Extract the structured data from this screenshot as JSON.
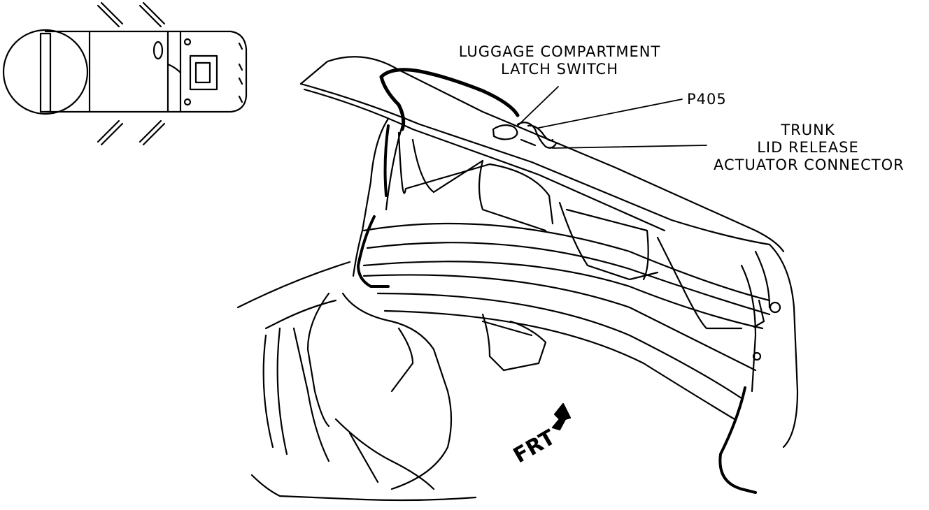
{
  "labels": {
    "luggage_switch_line1": "LUGGAGE COMPARTMENT",
    "luggage_switch_line2": "LATCH SWITCH",
    "p405": "P405",
    "trunk_line1": "TRUNK",
    "trunk_line2": "LID RELEASE",
    "trunk_line3": "ACTUATOR CONNECTOR",
    "frt": "FRT"
  },
  "icons": {
    "front_arrow": "arrow-icon",
    "vehicle_locator": "car-top-view-icon"
  },
  "colors": {
    "line": "#000000",
    "background": "#ffffff"
  }
}
